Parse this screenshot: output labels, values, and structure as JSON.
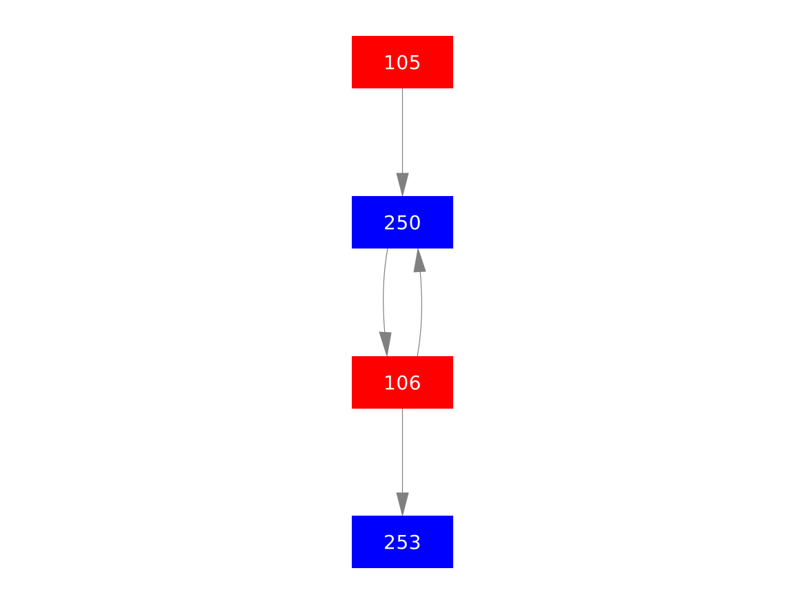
{
  "colors": {
    "red_node": "#ff0000",
    "blue_node": "#0000ff",
    "edge": "#808080",
    "label": "#ffffff"
  },
  "nodes": [
    {
      "id": "105",
      "label": "105",
      "color": "red"
    },
    {
      "id": "250",
      "label": "250",
      "color": "blue"
    },
    {
      "id": "106",
      "label": "106",
      "color": "red"
    },
    {
      "id": "253",
      "label": "253",
      "color": "blue"
    }
  ],
  "edges": [
    {
      "from": "105",
      "to": "250"
    },
    {
      "from": "250",
      "to": "106"
    },
    {
      "from": "106",
      "to": "250"
    },
    {
      "from": "106",
      "to": "253"
    }
  ]
}
